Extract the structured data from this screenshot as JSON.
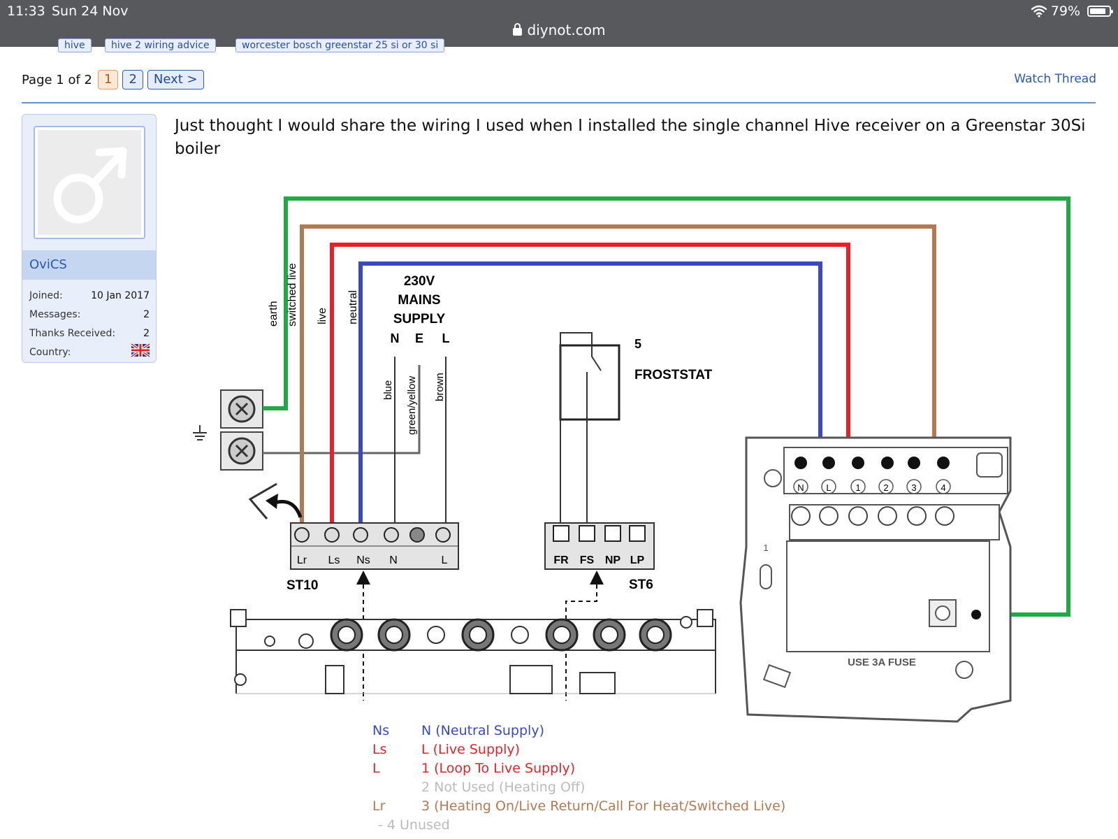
{
  "status_bar": {
    "time": "11:33",
    "date": "Sun 24 Nov",
    "battery": "79%"
  },
  "browser": {
    "url": "diynot.com"
  },
  "tags": [
    "hive",
    "hive 2 wiring advice",
    "worcester bosch greenstar 25 si or 30 si"
  ],
  "pagination": {
    "label": "Page 1 of 2",
    "pages": [
      "1",
      "2"
    ],
    "current": "1",
    "next": "Next >"
  },
  "thread": {
    "watch": "Watch Thread"
  },
  "user": {
    "name": "OviCS",
    "stats": [
      {
        "label": "Joined:",
        "value": "10 Jan 2017"
      },
      {
        "label": "Messages:",
        "value": "2"
      },
      {
        "label": "Thanks Received:",
        "value": "2"
      },
      {
        "label": "Country:",
        "value": ""
      }
    ]
  },
  "post": {
    "text": "Just thought I would share the wiring I used when I installed the single channel Hive receiver on a Greenstar 30Si boiler"
  },
  "diagram": {
    "wire_labels": {
      "earth": "earth",
      "switched_live": "switched live",
      "live": "live",
      "neutral": "neutral"
    },
    "supply": {
      "line1": "230V",
      "line2": "MAINS",
      "line3": "SUPPLY",
      "n": "N",
      "e": "E",
      "l": "L"
    },
    "cable_labels": {
      "blue": "blue",
      "green_yellow": "green/yellow",
      "brown": "brown"
    },
    "froststat": {
      "number": "5",
      "label": "FROSTSTAT"
    },
    "st10": {
      "label": "ST10",
      "terminals": [
        "Lr",
        "Ls",
        "Ns",
        "N",
        "L"
      ]
    },
    "st6": {
      "label": "ST6",
      "terminals": [
        "FR",
        "FS",
        "NP",
        "LP"
      ]
    },
    "receiver": {
      "terminals": [
        "N",
        "L",
        "1",
        "2",
        "3",
        "4"
      ],
      "fuse": "USE  3A  FUSE",
      "side_number": "1"
    },
    "colors": {
      "earth": "#22a845",
      "switched_live": "#b07a55",
      "live": "#e2232a",
      "neutral": "#3a48c2"
    }
  },
  "legend": [
    {
      "key": "Ns",
      "desc": "N (Neutral Supply)",
      "key_color": "#3a48c2",
      "desc_color": "#3a48c2"
    },
    {
      "key": "Ls",
      "desc": "L (Live Supply)",
      "key_color": "#e2232a",
      "desc_color": "#e2232a"
    },
    {
      "key": "L",
      "desc": "1 (Loop To Live Supply)",
      "key_color": "#e2232a",
      "desc_color": "#e2232a"
    },
    {
      "key": "",
      "desc": "2 Not Used (Heating Off)",
      "key_color": "#bbbbbb",
      "desc_color": "#bbbbbb"
    },
    {
      "key": "Lr",
      "desc": "3 (Heating On/Live Return/Call For Heat/Switched Live)",
      "key_color": "#b07a55",
      "desc_color": "#b07a55"
    },
    {
      "key": "",
      "desc": "- 4 Unused",
      "key_color": "#bbbbbb",
      "desc_color": "#bbbbbb"
    }
  ]
}
